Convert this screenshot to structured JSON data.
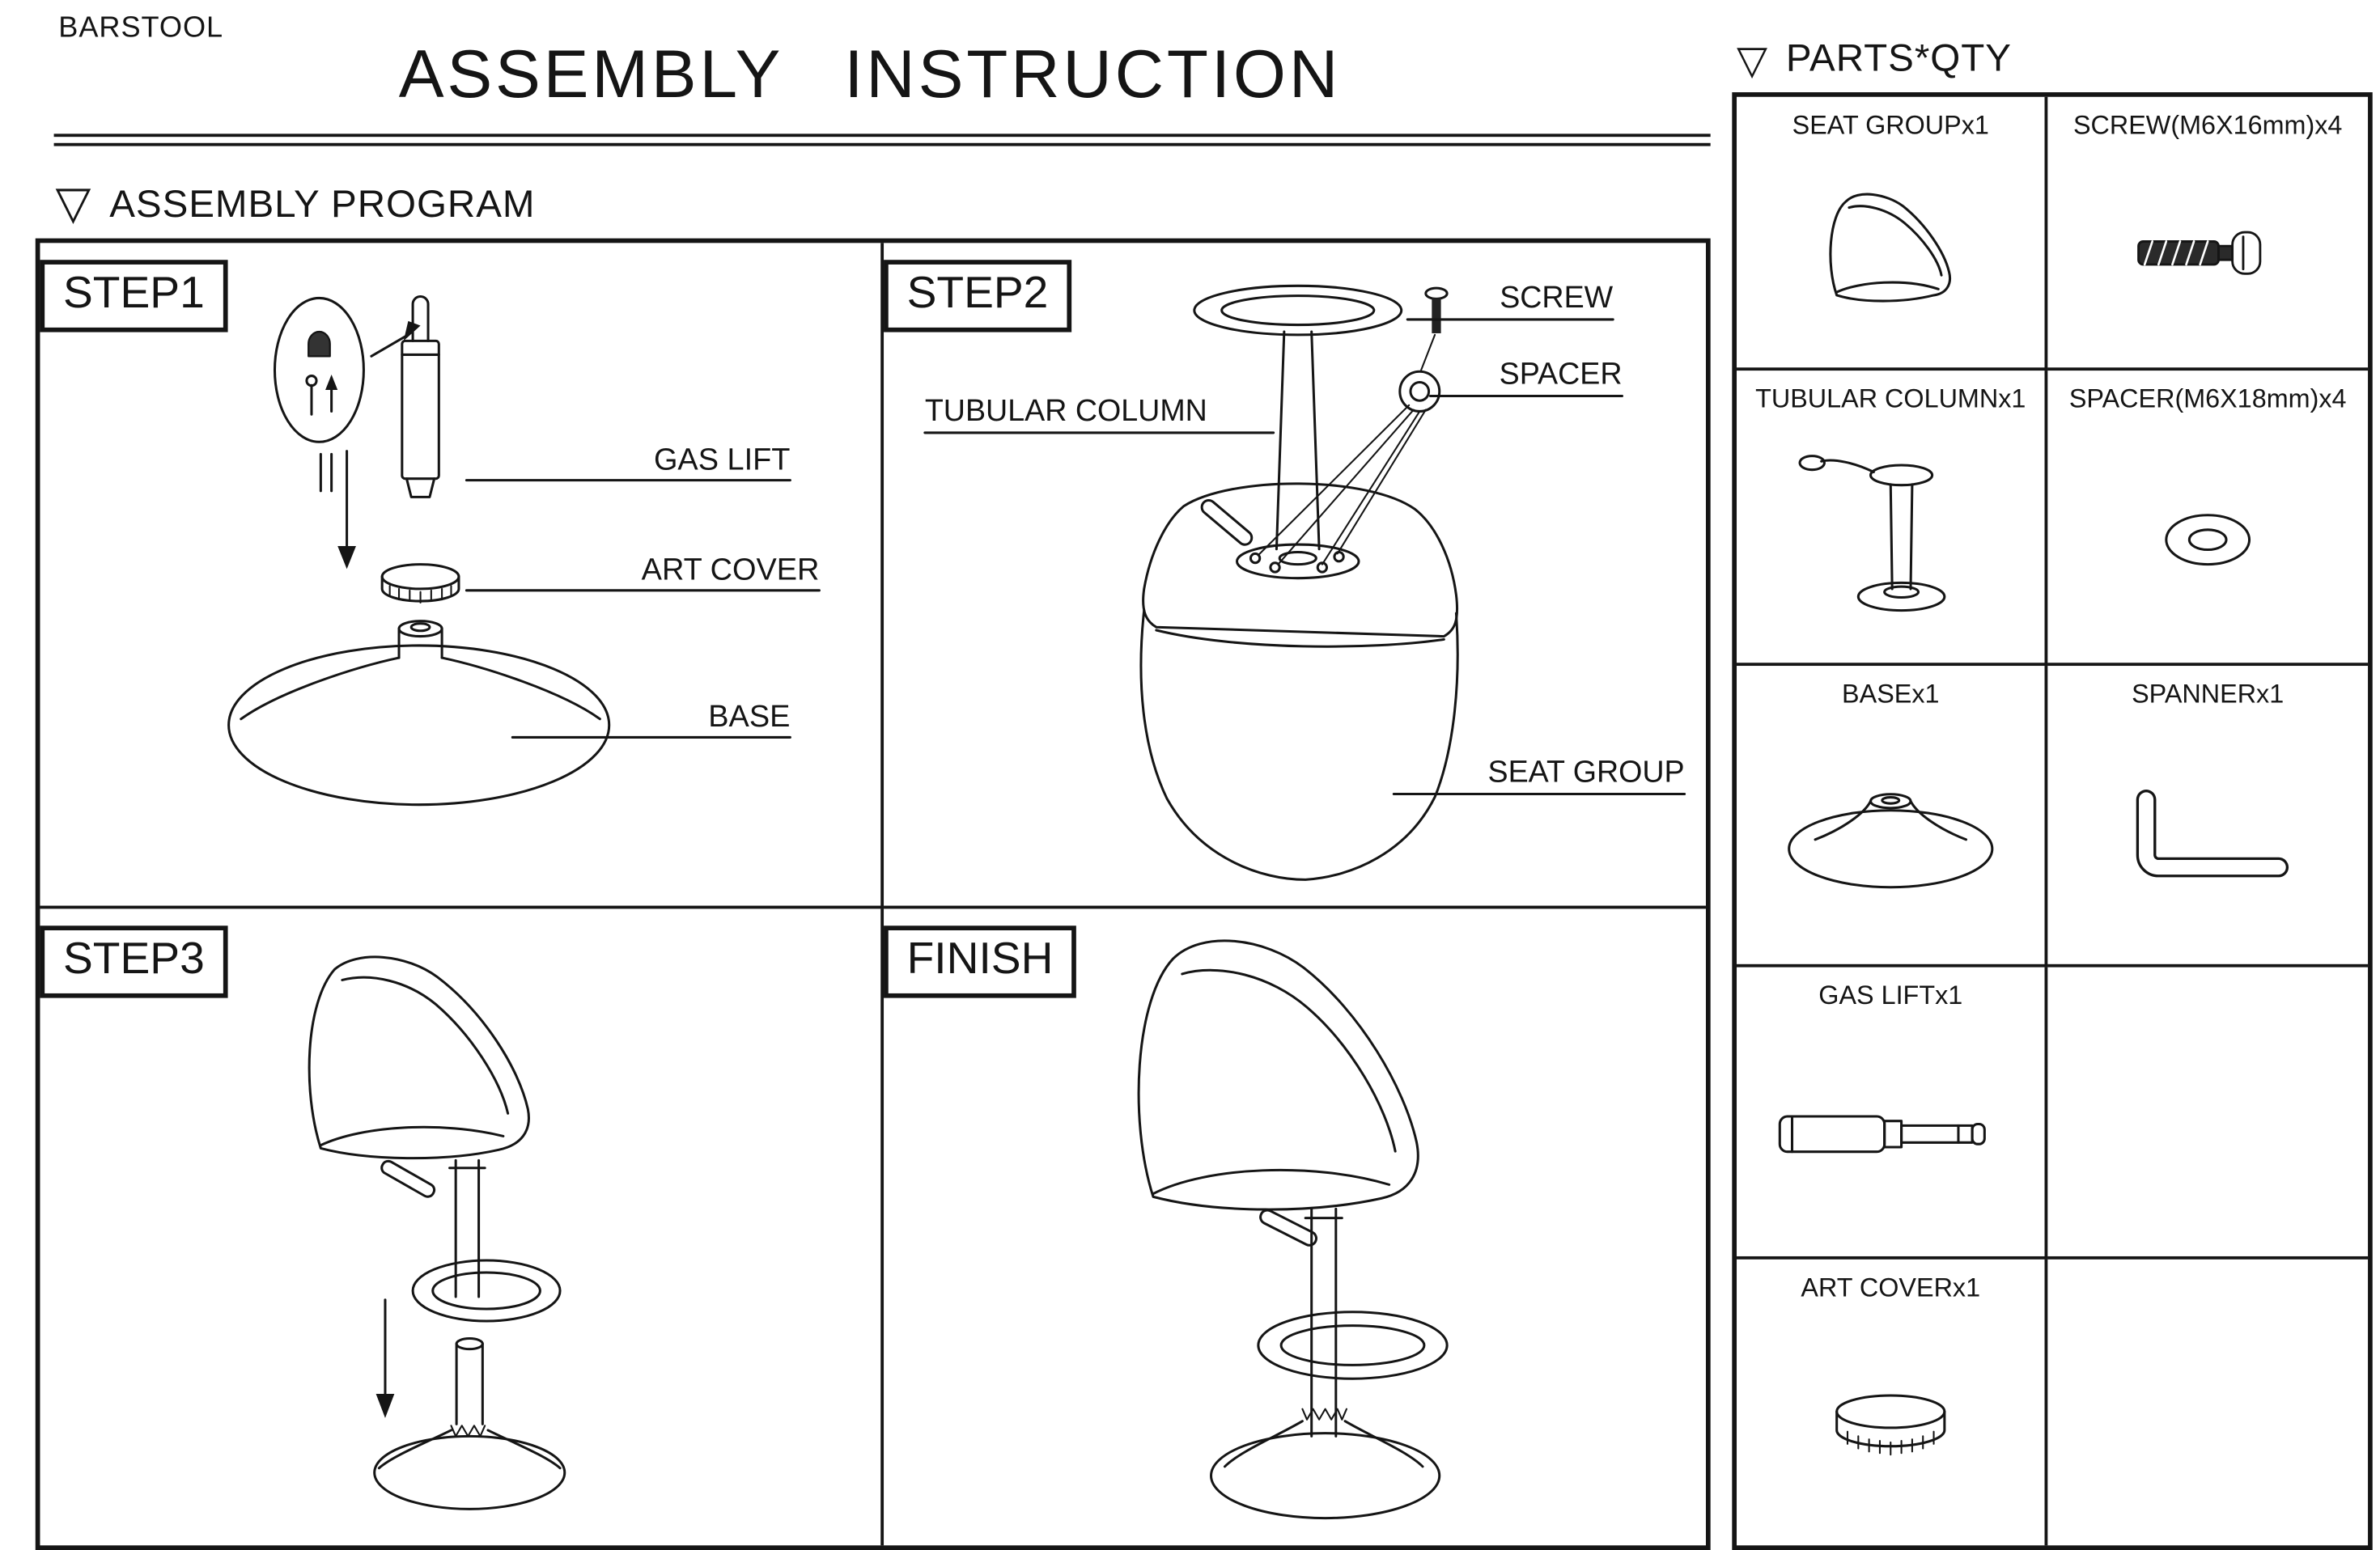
{
  "colors": {
    "ink": "#151515",
    "paper": "#ffffff"
  },
  "icons": {
    "section_marker": "▽"
  },
  "header": {
    "brand": "BARSTOOL",
    "title": "ASSEMBLY INSTRUCTION"
  },
  "program": {
    "heading": "ASSEMBLY PROGRAM",
    "step1": {
      "label": "STEP1",
      "gas_lift_label": "GAS LIFT",
      "art_cover_label": "ART COVER",
      "base_label": "BASE"
    },
    "step2": {
      "label": "STEP2",
      "screw_label": "SCREW",
      "spacer_label": "SPACER",
      "tubular_column_label": "TUBULAR COLUMN",
      "seat_group_label": "SEAT GROUP"
    },
    "step3": {
      "label": "STEP3"
    },
    "finish": {
      "label": "FINISH"
    }
  },
  "parts": {
    "heading": "PARTS*QTY",
    "cells": [
      {
        "name": "SEAT GROUPx1",
        "icon": "seat-group-icon"
      },
      {
        "name": "SCREW(M6X16mm)x4",
        "icon": "screw-icon"
      },
      {
        "name": "TUBULAR COLUMNx1",
        "icon": "tubular-column-icon"
      },
      {
        "name": "SPACER(M6X18mm)x4",
        "icon": "spacer-icon"
      },
      {
        "name": "BASEx1",
        "icon": "base-icon"
      },
      {
        "name": "SPANNERx1",
        "icon": "spanner-icon"
      },
      {
        "name": "GAS LIFTx1",
        "icon": "gas-lift-icon"
      },
      {
        "name": "",
        "icon": ""
      },
      {
        "name": "ART COVERx1",
        "icon": "art-cover-icon"
      },
      {
        "name": "",
        "icon": ""
      }
    ]
  }
}
